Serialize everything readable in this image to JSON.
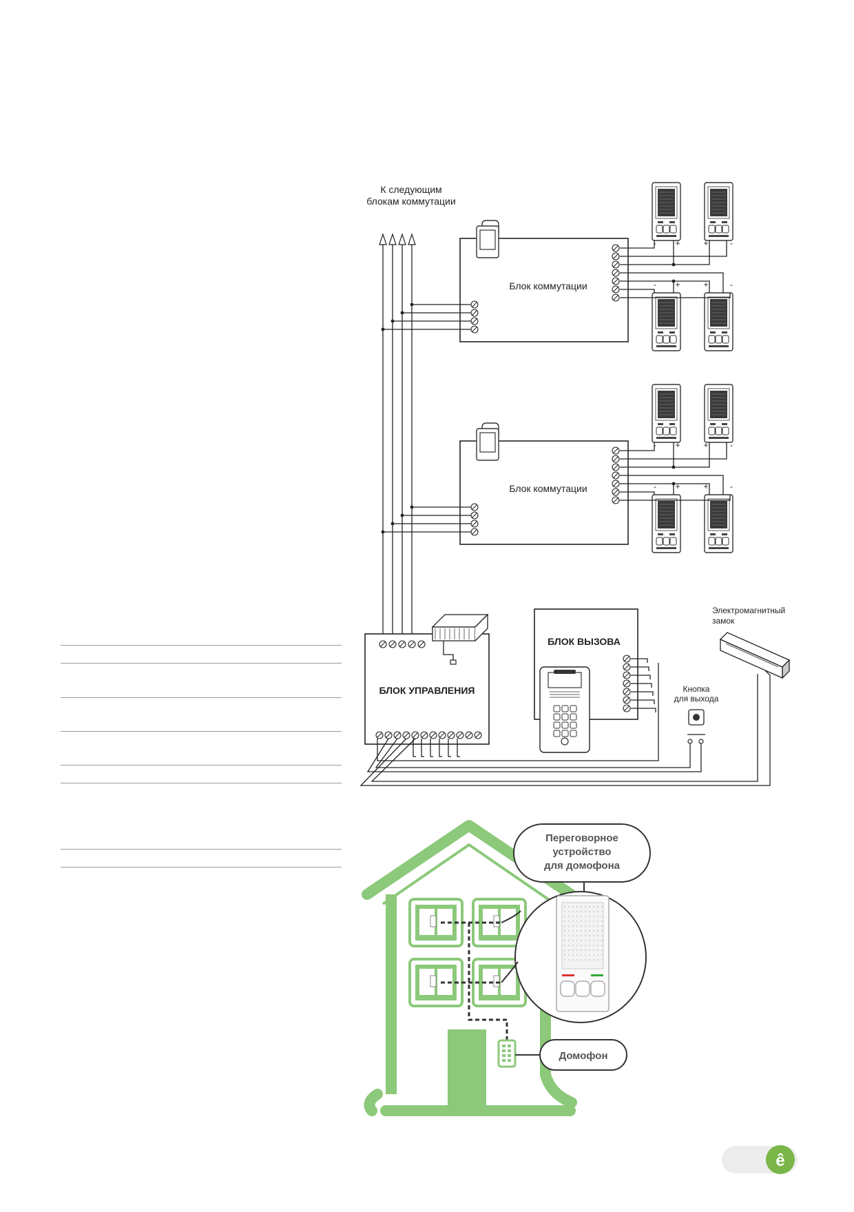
{
  "wiring": {
    "label_next_blocks_line1": "К следующим",
    "label_next_blocks_line2": "блокам коммутации",
    "switch_block_1": "Блок коммутации",
    "switch_block_2": "Блок коммутации",
    "control_block": "БЛОК УПРАВЛЕНИЯ",
    "call_block": "БЛОК ВЫЗОВА",
    "lock_line1": "Электромагнитный",
    "lock_line2": "замок",
    "exit_button_line1": "Кнопка",
    "exit_button_line2": "для выхода",
    "polarity_minus": "-",
    "polarity_plus": "+"
  },
  "house": {
    "handset_line1": "Переговорное",
    "handset_line2": "устройство",
    "handset_line3": "для домофона",
    "intercom_label": "Домофон",
    "green": "#8cc97a",
    "light_green": "#dff0d8"
  },
  "colors": {
    "line": "#222222",
    "page_rule": "#9a9a9a",
    "brand_green": "#7ab648",
    "badge_grey": "#ececec"
  },
  "icons": {
    "handset": "intercom-handset-icon",
    "power_supply": "power-supply-icon",
    "call_panel": "call-panel-icon",
    "magnetic_lock": "magnetic-lock-icon",
    "exit_button": "exit-button-icon",
    "brand": "brand-logo-icon"
  }
}
